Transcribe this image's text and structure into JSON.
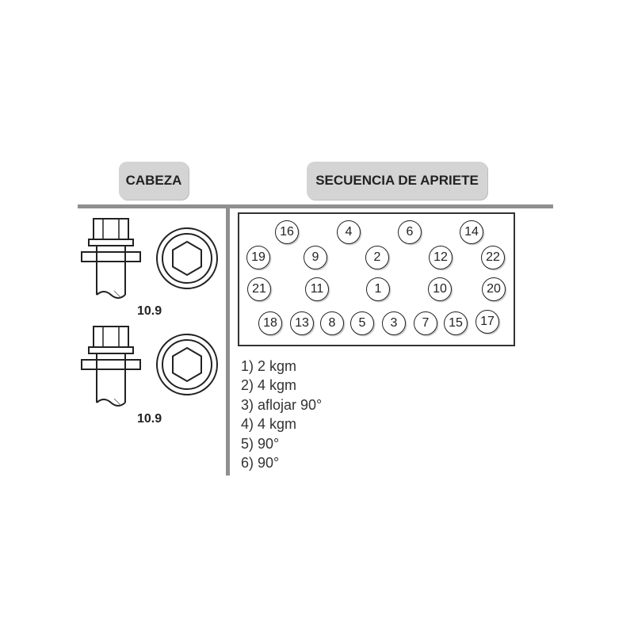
{
  "headers": {
    "head": "CABEZA",
    "sequence": "SECUENCIA DE APRIETE"
  },
  "bolts": [
    {
      "grade": "10.9"
    },
    {
      "grade": "10.9"
    }
  ],
  "sequence_rows": [
    [
      "16",
      "4",
      "6",
      "14"
    ],
    [
      "19",
      "9",
      "2",
      "12",
      "22"
    ],
    [
      "21",
      "11",
      "1",
      "10",
      "20"
    ],
    [
      "18",
      "13",
      "8",
      "5",
      "3",
      "7",
      "15",
      "17"
    ]
  ],
  "steps": [
    "1) 2 kgm",
    "2) 4 kgm",
    "3) aflojar 90°",
    "4) 4 kgm",
    "5) 90°",
    "6) 90°"
  ],
  "colors": {
    "divider": "#8f8f8f",
    "pill": "#d4d4d4",
    "ink": "#222222"
  }
}
